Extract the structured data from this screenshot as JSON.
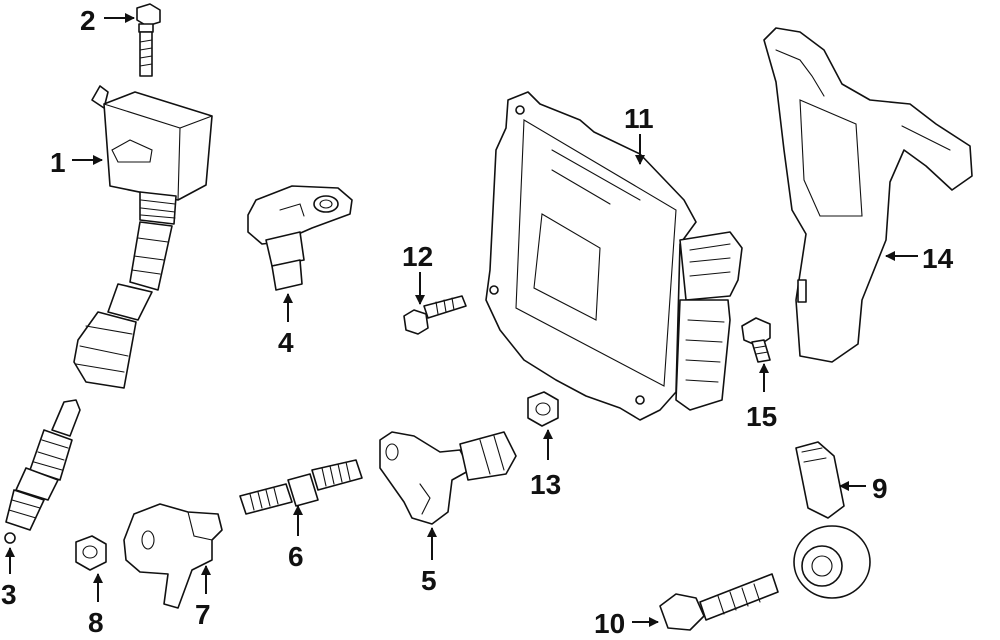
{
  "diagram": {
    "callouts": {
      "c1": "1",
      "c2": "2",
      "c3": "3",
      "c4": "4",
      "c5": "5",
      "c6": "6",
      "c7": "7",
      "c8": "8",
      "c9": "9",
      "c10": "10",
      "c11": "11",
      "c12": "12",
      "c13": "13",
      "c14": "14",
      "c15": "15"
    },
    "colors": {
      "line": "#111111",
      "fill": "#ffffff",
      "background": "#ffffff"
    }
  }
}
